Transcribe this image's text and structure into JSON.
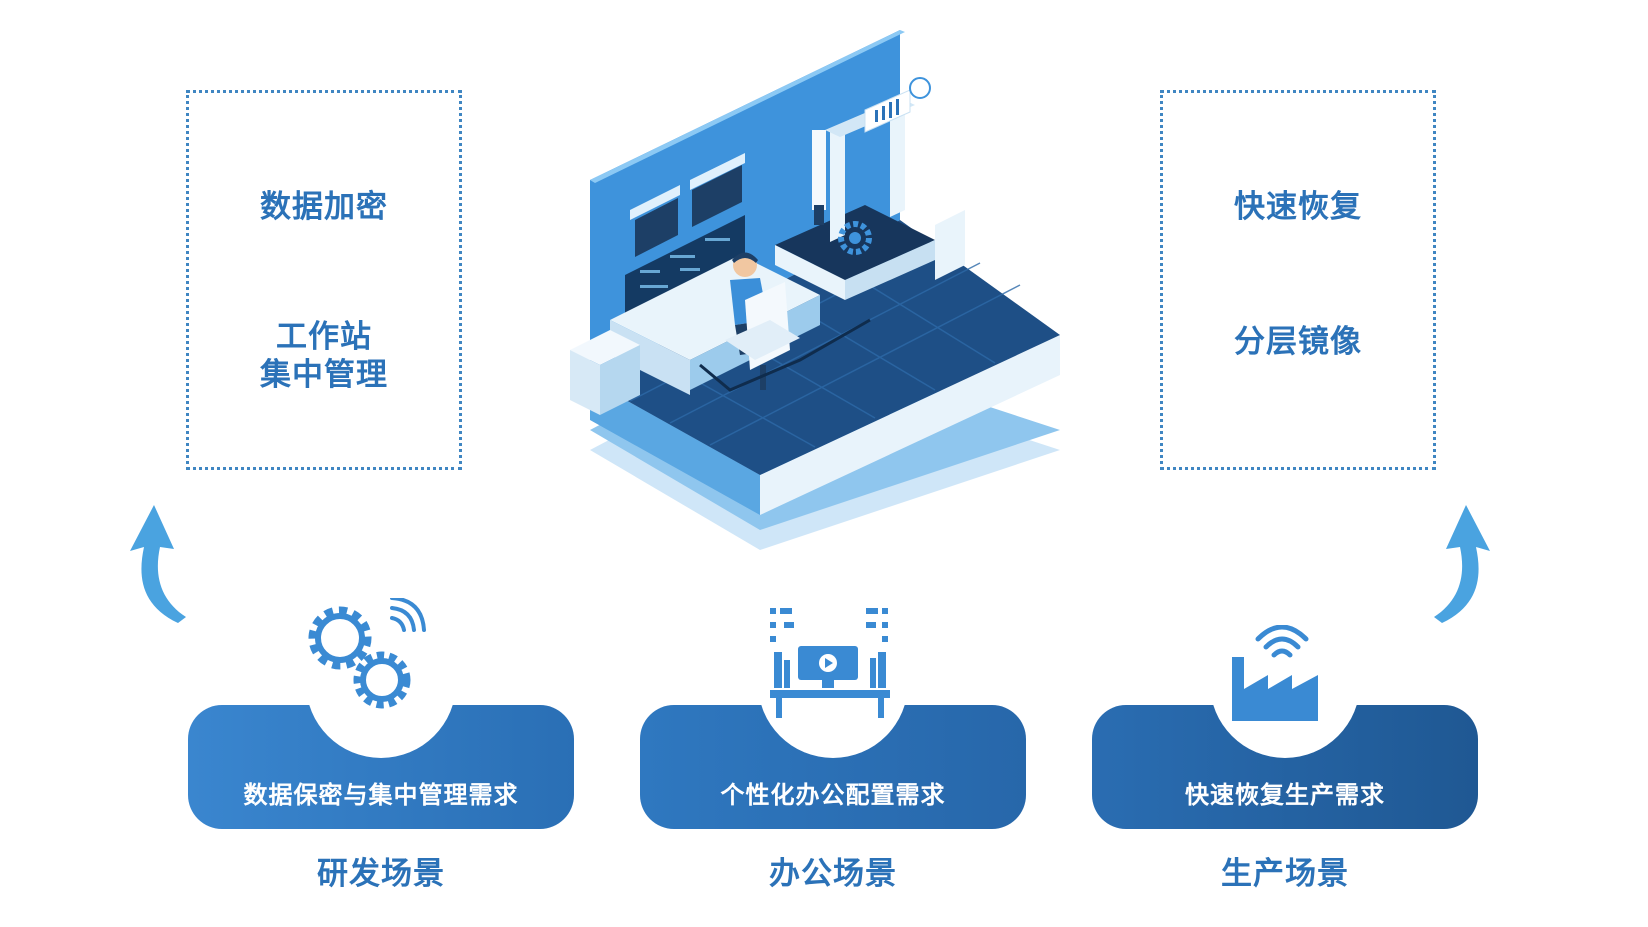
{
  "left_box": {
    "line1": "数据加密",
    "line2a": "工作站",
    "line2b": "集中管理"
  },
  "right_box": {
    "line1": "快速恢复",
    "line2": "分层镜像"
  },
  "scenarios": [
    {
      "need": "数据保密与集中管理需求",
      "scene": "研发场景",
      "icon": "gears-wifi-icon"
    },
    {
      "need": "个性化办公配置需求",
      "scene": "办公场景",
      "icon": "desk-monitor-icon"
    },
    {
      "need": "快速恢复生产需求",
      "scene": "生产场景",
      "icon": "factory-wifi-icon"
    }
  ],
  "colors": {
    "primary_blue": "#2b72b8",
    "light_blue": "#4aa3e0",
    "dark_blue": "#1f5893"
  }
}
